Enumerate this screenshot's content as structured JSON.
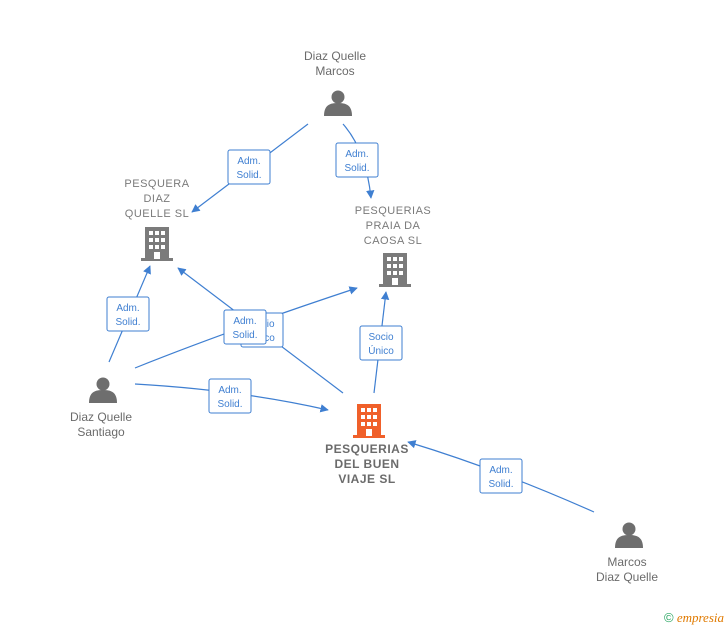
{
  "nodes": {
    "marcos_top": {
      "lines": [
        "Diaz Quelle",
        "Marcos"
      ],
      "type": "person"
    },
    "santiago": {
      "lines": [
        "Diaz Quelle",
        "Santiago"
      ],
      "type": "person"
    },
    "marcos_bottom": {
      "lines": [
        "Marcos",
        "Diaz Quelle"
      ],
      "type": "person"
    },
    "pesquera_diaz": {
      "lines": [
        "PESQUERA",
        "DIAZ",
        "QUELLE  SL"
      ],
      "type": "company"
    },
    "praia_caosa": {
      "lines": [
        "PESQUERIAS",
        "PRAIA DA",
        "CAOSA  SL"
      ],
      "type": "company"
    },
    "buen_viaje": {
      "lines": [
        "PESQUERIAS",
        "DEL BUEN",
        "VIAJE  SL"
      ],
      "type": "company-focus"
    }
  },
  "edges": {
    "e1": [
      "Adm.",
      "Solid."
    ],
    "e2": [
      "Adm.",
      "Solid."
    ],
    "e3": [
      "Adm.",
      "Solid."
    ],
    "e4": [
      "Adm.",
      "Solid."
    ],
    "e5": [
      "Socio",
      "Único"
    ],
    "e6": [
      "Adm.",
      "Solid."
    ],
    "e7": [
      "Adm.",
      "Solid."
    ],
    "e8": [
      "Socio",
      "Único"
    ]
  },
  "colors": {
    "edge": "#3f7fd1",
    "person": "#6e6e6e",
    "company": "#7b7b7b",
    "focus": "#f0602a"
  },
  "footer": {
    "copyright": "©",
    "brand": "empresia"
  }
}
